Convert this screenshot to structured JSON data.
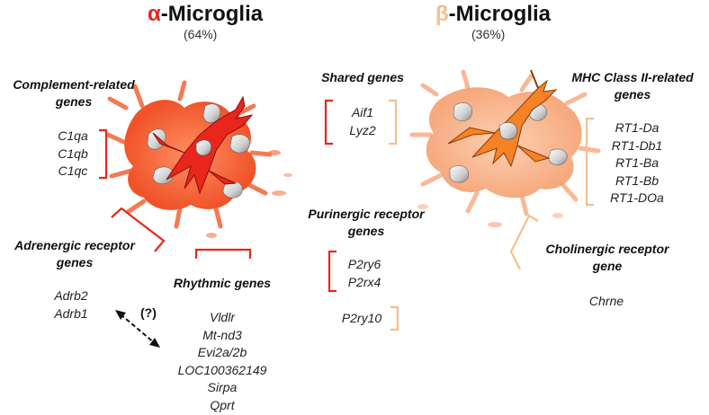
{
  "alpha": {
    "symbol": "α",
    "name": "-Microglia",
    "percent": "(64%)",
    "color": "#e8261c"
  },
  "beta": {
    "symbol": "β",
    "name": "-Microglia",
    "percent": "(36%)",
    "color": "#f7be8a"
  },
  "groups": {
    "complement": {
      "heading_1": "Complement-related",
      "heading_2": "genes",
      "genes": [
        "C1qa",
        "C1qb",
        "C1qc"
      ]
    },
    "adrenergic": {
      "heading_1": "Adrenergic receptor",
      "heading_2": "genes",
      "genes": [
        "Adrb2",
        "Adrb1"
      ]
    },
    "rhythmic": {
      "heading": "Rhythmic genes",
      "genes": [
        "Vldlr",
        "Mt-nd3",
        "Evi2a/2b",
        "LOC100362149",
        "Sirpa",
        "Qprt"
      ]
    },
    "shared": {
      "heading": "Shared genes",
      "genes": [
        "Aif1",
        "Lyz2"
      ]
    },
    "purinergic": {
      "heading_1": "Purinergic receptor",
      "heading_2": "genes",
      "genes_alpha": [
        "P2ry6",
        "P2rx4"
      ],
      "genes_beta": [
        "P2ry10"
      ]
    },
    "mhc": {
      "heading_1": "MHC Class II-related",
      "heading_2": "genes",
      "genes": [
        "RT1-Da",
        "RT1-Db1",
        "RT1-Ba",
        "RT1-Bb",
        "RT1-DOa"
      ]
    },
    "cholinergic": {
      "heading_1": "Cholinergic receptor",
      "heading_2": "gene",
      "genes": [
        "Chrne"
      ]
    }
  },
  "interaction_label": "(?)"
}
